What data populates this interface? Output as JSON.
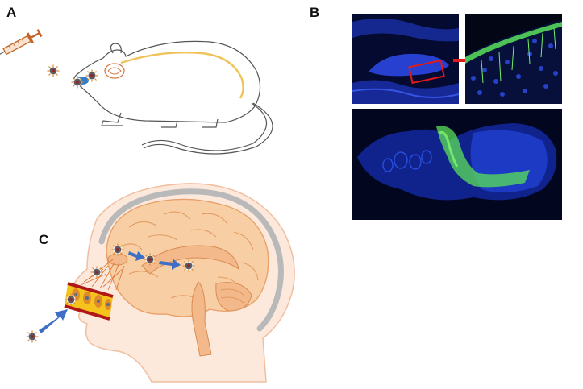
{
  "panels": {
    "a": {
      "label": "A"
    },
    "b": {
      "label": "B"
    },
    "c": {
      "label": "C"
    }
  },
  "colors": {
    "dapi_blue": "#1f3fd8",
    "gfp_green": "#59e05a",
    "highlight_red": "#e01b1b",
    "arrow_blue": "#3f6fc4",
    "brain_orange": "#f5c89a",
    "skull_gray": "#b9b9b9",
    "skin": "#fde9dc",
    "epithelium_yellow": "#f6c21c"
  },
  "icons": [
    "syringe-icon",
    "mouse-outline",
    "nanoparticle-icon",
    "human-head-outline",
    "brain-illustration",
    "arrow-icon"
  ]
}
